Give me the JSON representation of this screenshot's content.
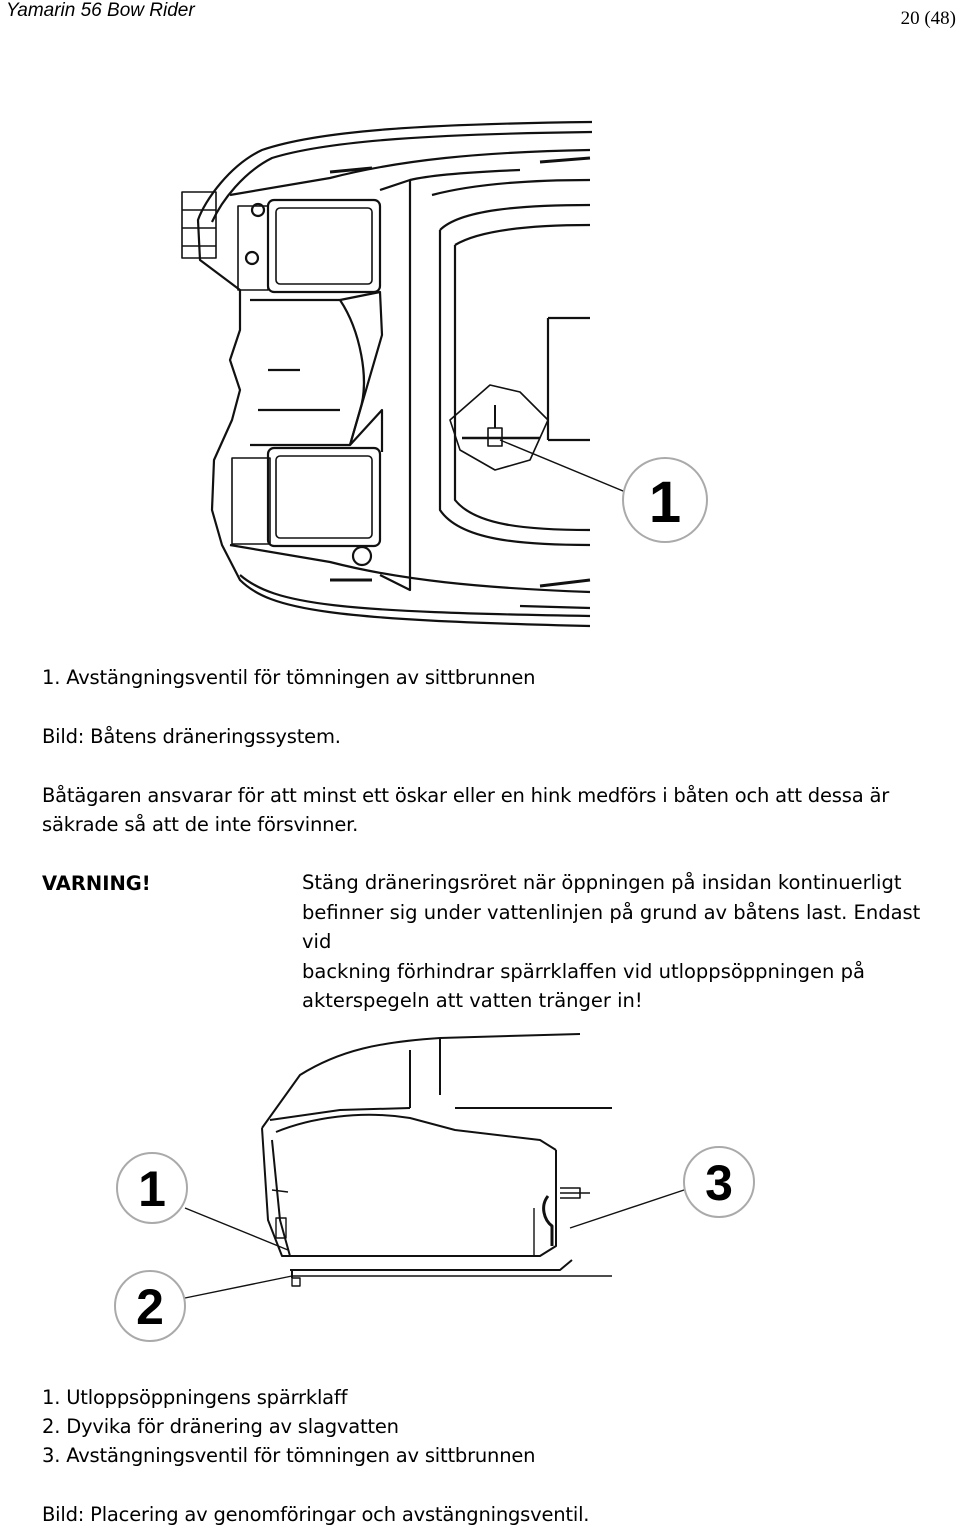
{
  "header": {
    "title": "Yamarin 56 Bow Rider",
    "page": "20 (48)"
  },
  "figure1": {
    "callout": "1",
    "legend": [
      "1. Avstängningsventil för tömningen av sittbrunnen"
    ],
    "caption": "Bild: Båtens dräneringssystem."
  },
  "body": {
    "paragraph": [
      "Båtägaren ansvarar för att minst ett öskar eller en hink medförs i båten och att dessa är",
      "säkrade så att de inte försvinner."
    ]
  },
  "warning": {
    "label": "VARNING!",
    "text_lines": [
      "Stäng dräneringsröret när öppningen på insidan kontinuerligt",
      "befinner sig under vattenlinjen på grund av båtens last. Endast vid",
      "backning förhindrar spärrklaffen vid utloppsöppningen på",
      "akterspegeln att vatten tränger in!"
    ]
  },
  "figure2": {
    "callouts": [
      "1",
      "2",
      "3"
    ],
    "legend": [
      "1. Utloppsöppningens spärrklaff",
      "2. Dyvika för dränering av slagvatten",
      "3. Avstängningsventil för tömningen av sittbrunnen"
    ],
    "caption": "Bild: Placering av genomföringar och avstängningsventil."
  }
}
